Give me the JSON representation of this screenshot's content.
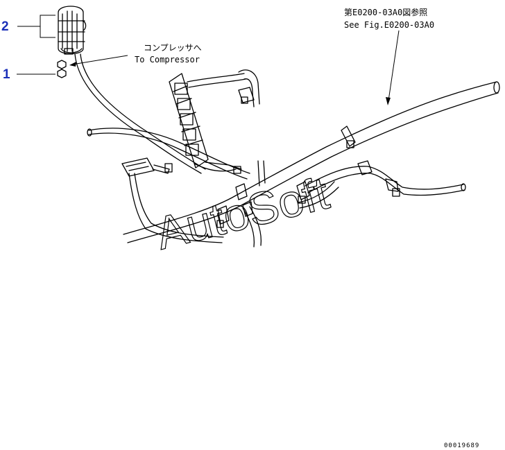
{
  "callouts": [
    {
      "number": "2"
    },
    {
      "number": "1"
    }
  ],
  "labels": {
    "compressor_jp": "コンプレッサへ",
    "compressor_en": "To Compressor",
    "see_fig_jp": "第E0200-03A0図参照",
    "see_fig_en": "See Fig.E0200-03A0"
  },
  "watermark": "AutoSoft",
  "doc_number": "00019689",
  "colors": {
    "callout": "#1a2fb8",
    "line": "#000000"
  }
}
